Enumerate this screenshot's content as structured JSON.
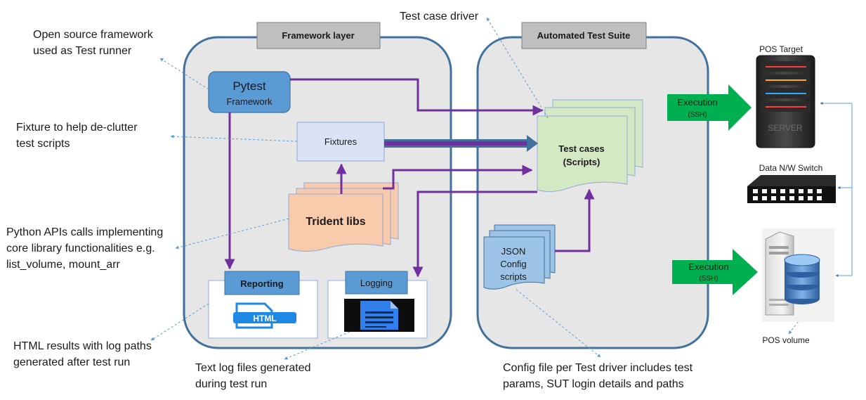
{
  "annotations": {
    "open_source_1": "Open source framework",
    "open_source_2": "used as Test runner",
    "fixture_1": "Fixture to help de-clutter",
    "fixture_2": "test scripts",
    "python_1": "Python APIs calls implementing",
    "python_2": "core library functionalities e.g.",
    "python_3": "list_volume, mount_arr",
    "html_1": "HTML results with log paths",
    "html_2": "generated after test run",
    "text_log_1": "Text log files generated",
    "text_log_2": "during test run",
    "test_case_driver": "Test case driver",
    "config_1": "Config file per Test driver includes test",
    "config_2": "params, SUT login details and paths"
  },
  "framework": {
    "header": "Framework layer",
    "pytest_1": "Pytest",
    "pytest_2": "Framework",
    "fixtures": "Fixtures",
    "trident": "Trident libs",
    "reporting": "Reporting",
    "html_icon": "HTML",
    "logging": "Logging"
  },
  "suite": {
    "header": "Automated Test Suite",
    "testcases_1": "Test cases",
    "testcases_2": "(Scripts)",
    "json_1": "JSON",
    "json_2": "Config",
    "json_3": "scripts"
  },
  "infra": {
    "pos_target": "POS Target",
    "server_text": "SERVER",
    "switch": "Data N/W Switch",
    "pos_volume": "POS volume",
    "exec1_1": "Execution",
    "exec1_2": "(SSH)",
    "exec2_1": "Execution",
    "exec2_2": "(SSH)"
  },
  "colors": {
    "arrow_purple": "#7030a0",
    "pytest_blue": "#5b9bd5",
    "trident_orange": "#f8cbad",
    "testcase_green": "#d5e8c4",
    "exec_green": "#00b050",
    "panel_border": "#41719c"
  }
}
